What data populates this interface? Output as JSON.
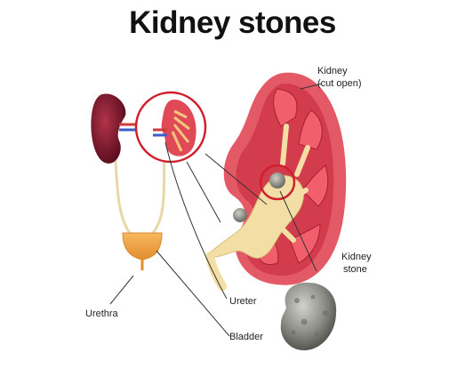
{
  "title": "Kidney stones",
  "labels": {
    "kidney_line1": "Kidney",
    "kidney_line2": "(cut open)",
    "stone_line1": "Kidney",
    "stone_line2": "stone",
    "ureter": "Ureter",
    "urethra": "Urethra",
    "bladder": "Bladder"
  },
  "colors": {
    "kidney_dark": "#7c1a2c",
    "cortex": "#e04a57",
    "medulla_pyramid": "#c8283a",
    "pelvis": "#f3dfa6",
    "highlight_ring": "#d0202e",
    "bladder": "#f2a24a",
    "stone": "#8a8a86"
  }
}
